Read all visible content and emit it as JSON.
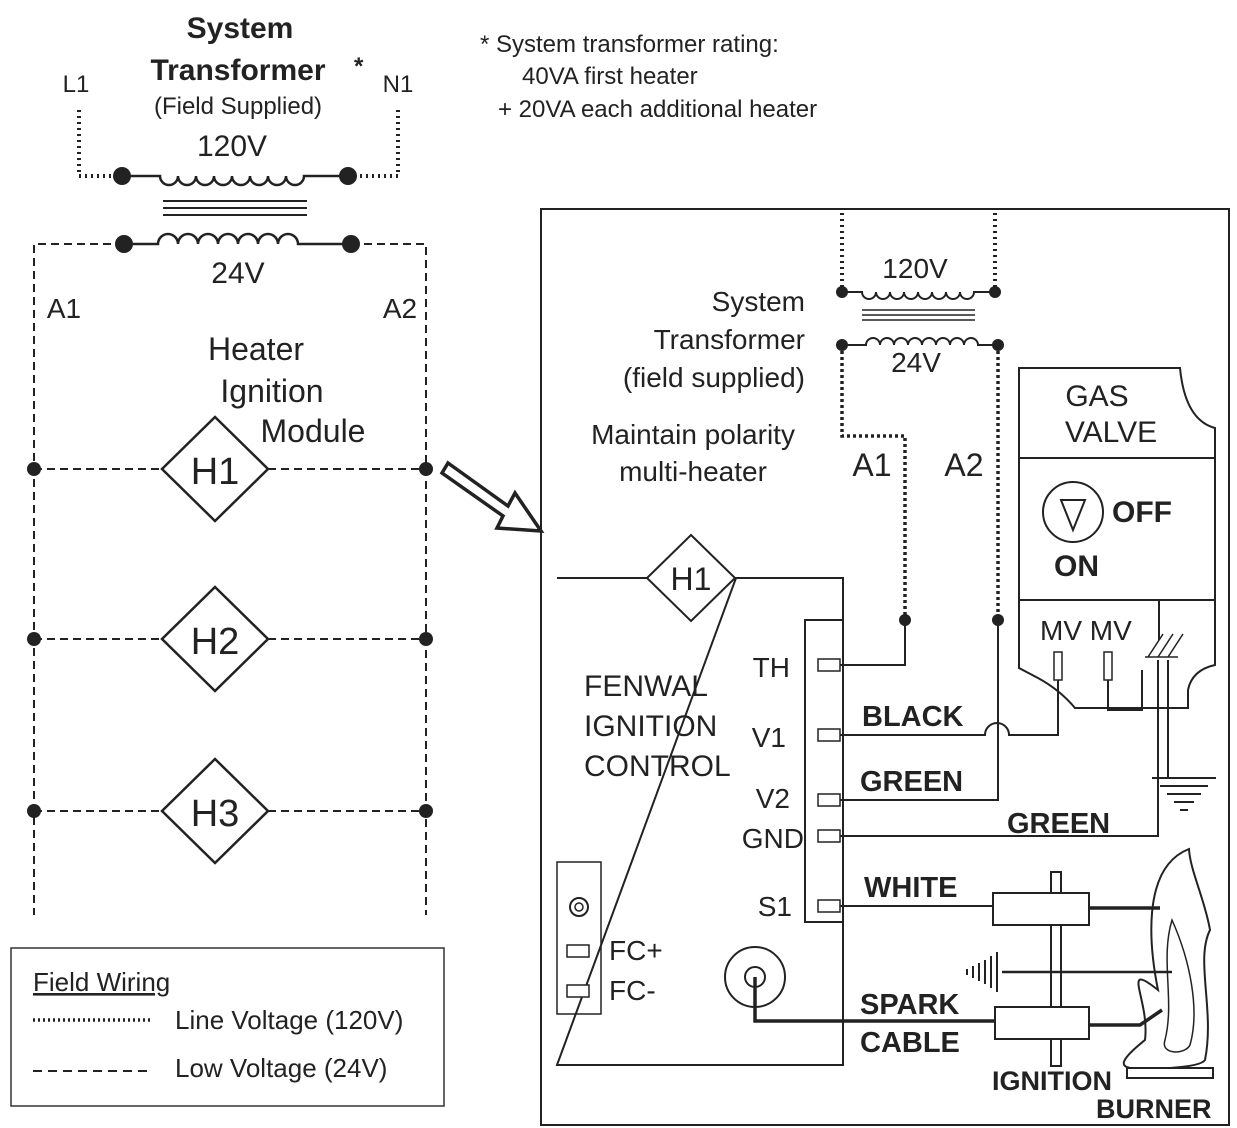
{
  "transformer": {
    "title_1": "System",
    "title_2": "Transformer",
    "asterisk": "*",
    "subtitle": "(Field Supplied)",
    "primary_voltage": "120V",
    "secondary_voltage": "24V",
    "line_1": "L1",
    "neutral_1": "N1",
    "a1": "A1",
    "a2": "A2"
  },
  "rating_note": {
    "line_1": "* System transformer rating:",
    "line_2": "40VA first heater",
    "line_3": "+ 20VA each additional heater"
  },
  "module_label": {
    "line_1": "Heater",
    "line_2": "Ignition",
    "line_3": "Module"
  },
  "heaters": [
    "H1",
    "H2",
    "H3"
  ],
  "legend": {
    "title": "Field Wiring",
    "line_voltage": "Line Voltage (120V)",
    "low_voltage": "Low Voltage (24V)"
  },
  "detail": {
    "primary_voltage": "120V",
    "secondary_voltage": "24V",
    "transformer_line_1": "System",
    "transformer_line_2": "Transformer",
    "transformer_line_3": "(field supplied)",
    "polarity_line_1": "Maintain polarity",
    "polarity_line_2": "multi-heater",
    "a1": "A1",
    "a2": "A2",
    "heater_tag": "H1",
    "control_line_1": "FENWAL",
    "control_line_2": "IGNITION",
    "control_line_3": "CONTROL",
    "terminals": [
      "TH",
      "V1",
      "V2",
      "GND",
      "S1"
    ],
    "fc_plus": "FC+",
    "fc_minus": "FC-",
    "gas_valve_1": "GAS",
    "gas_valve_2": "VALVE",
    "off": "OFF",
    "on": "ON",
    "mv": "MV MV",
    "wire_black": "BLACK",
    "wire_green_1": "GREEN",
    "wire_green_2": "GREEN",
    "wire_white": "WHITE",
    "spark_1": "SPARK",
    "spark_2": "CABLE",
    "ignition": "IGNITION",
    "burner": "BURNER"
  }
}
